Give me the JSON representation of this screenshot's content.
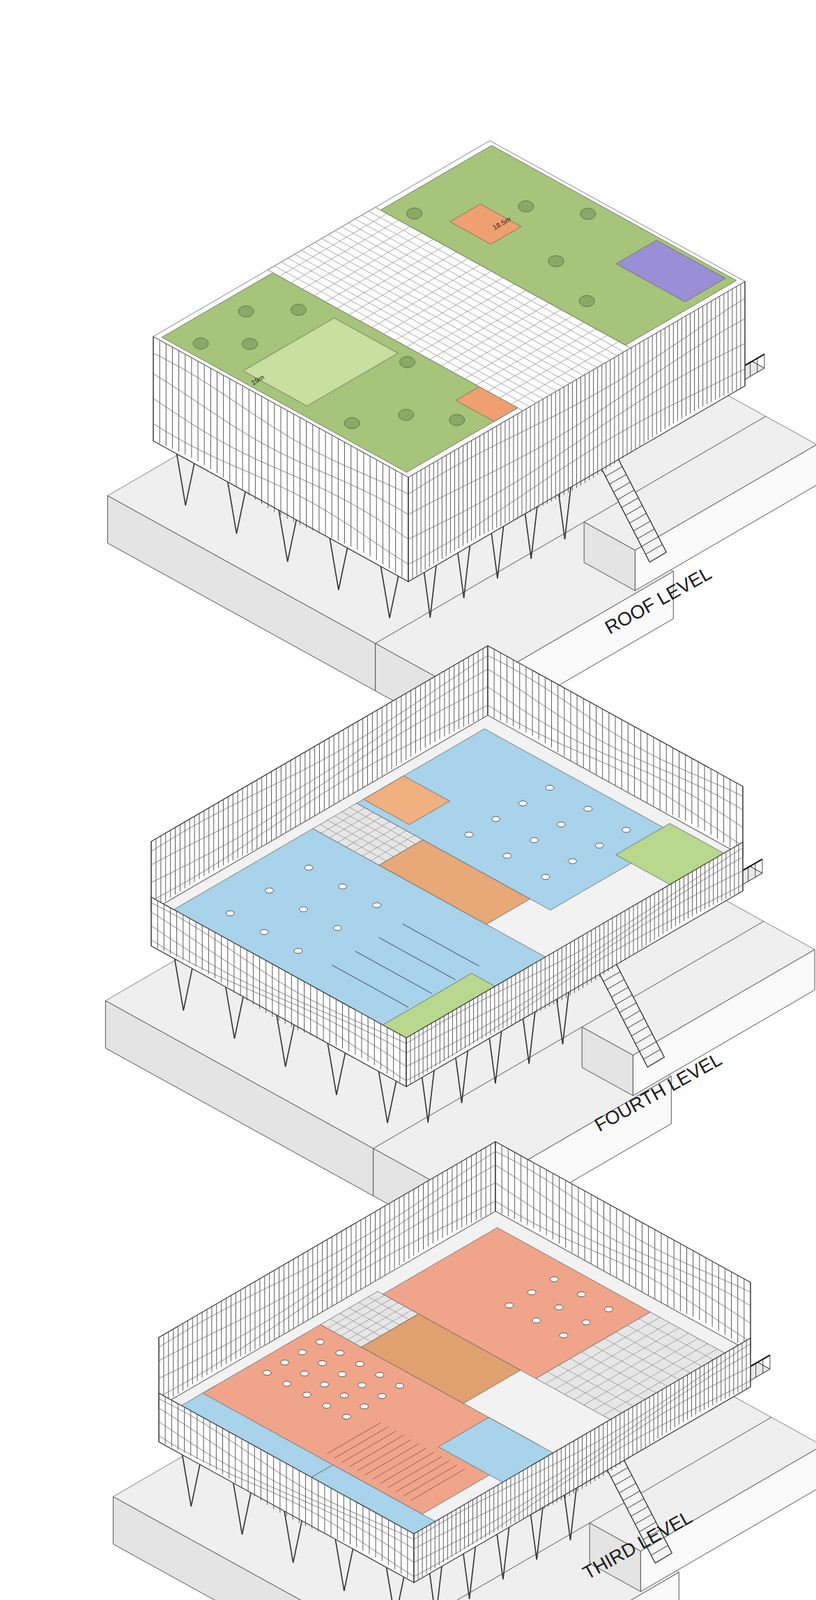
{
  "diagram": {
    "labels": [
      "19m",
      "18.5m",
      "ROOF LEVEL",
      "FOURTH LEVEL",
      "THIRD LEVEL"
    ]
  }
}
